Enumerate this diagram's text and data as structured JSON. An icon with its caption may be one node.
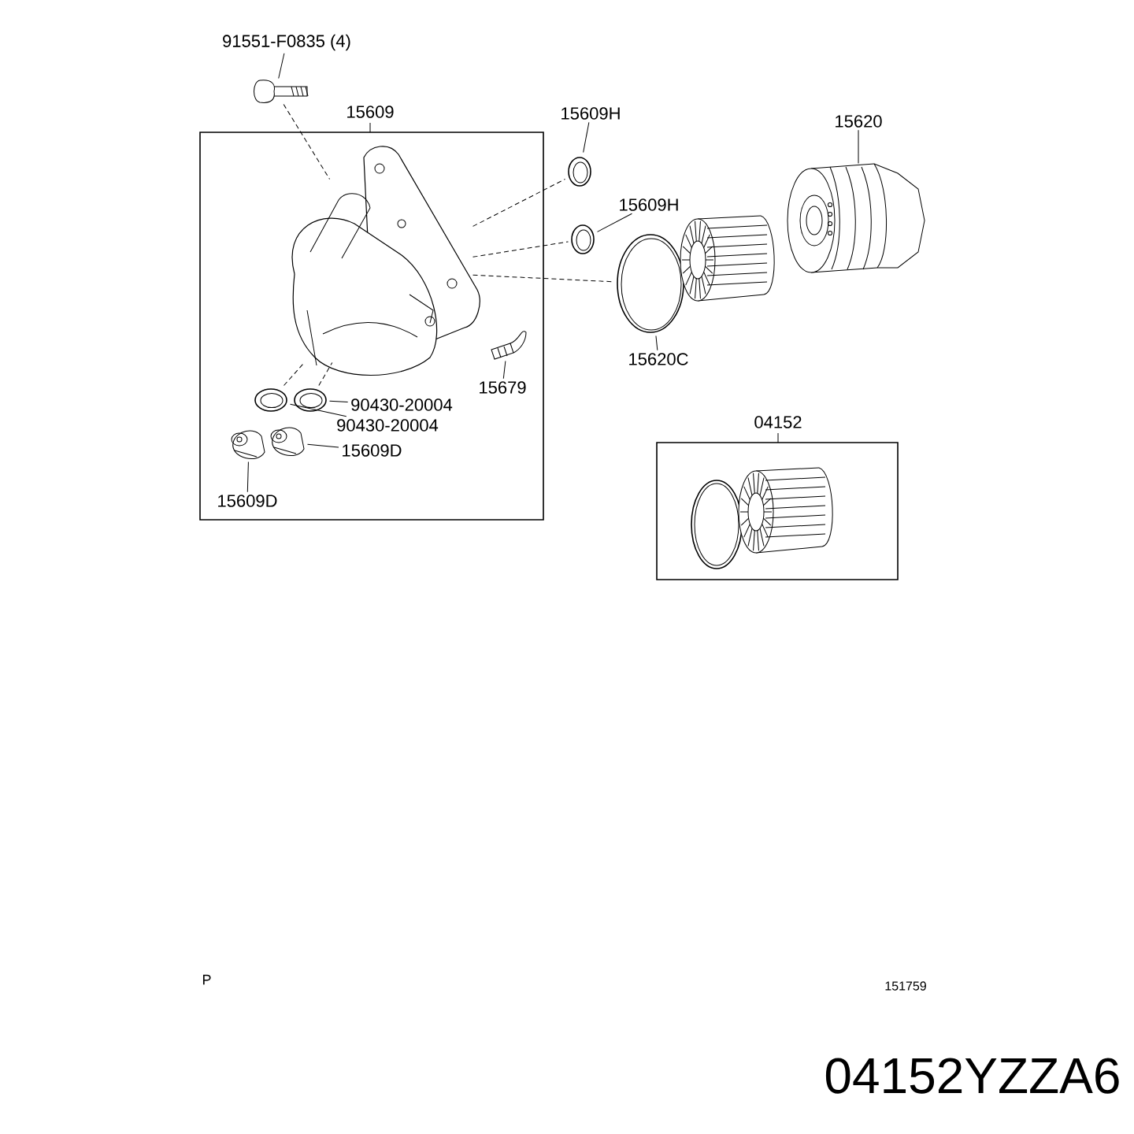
{
  "diagram": {
    "nodes": [
      {
        "text": [
          "91551-F0835  (4)"
        ]
      },
      {
        "text": [],
        "shape": "picture"
      },
      {
        "text": [
          "15609"
        ]
      },
      {
        "text": [],
        "shape": "picture",
        "in": 2
      },
      {
        "text": [
          "15679"
        ],
        "in": 2
      },
      {
        "text": [],
        "shape": "picture",
        "in": 2
      },
      {
        "text": [],
        "shape": "picture",
        "in": 2
      },
      {
        "text": [],
        "shape": "picture",
        "in": 2
      },
      {
        "text": [
          "90430-20004"
        ],
        "in": 2
      },
      {
        "text": [
          "90430-20004"
        ],
        "in": 2
      },
      {
        "text": [],
        "shape": "picture",
        "in": 2
      },
      {
        "text": [],
        "shape": "picture",
        "in": 2
      },
      {
        "text": [
          "15609D"
        ],
        "in": 2
      },
      {
        "text": [
          "15609D"
        ],
        "in": 2
      },
      {
        "text": [
          "15609H"
        ]
      },
      {
        "text": [],
        "shape": "picture"
      },
      {
        "text": [
          "15609H"
        ]
      },
      {
        "text": [],
        "shape": "picture"
      },
      {
        "text": [],
        "shape": "picture"
      },
      {
        "text": [
          "15620C"
        ]
      },
      {
        "text": [],
        "shape": "picture"
      },
      {
        "text": [],
        "shape": "picture"
      },
      {
        "text": [
          "15620"
        ]
      },
      {
        "text": [
          "04152"
        ]
      }
    ],
    "edges": [
      {
        "from": 0,
        "to": 1,
        "arrow": "none"
      },
      {
        "from": 4,
        "to": 5,
        "arrow": "none"
      },
      {
        "from": 8,
        "to": 7,
        "arrow": "none"
      },
      {
        "from": 9,
        "to": 6,
        "arrow": "none"
      },
      {
        "from": 12,
        "to": 11,
        "arrow": "none"
      },
      {
        "from": 13,
        "to": 10,
        "arrow": "none"
      },
      {
        "from": 14,
        "to": 15,
        "arrow": "none"
      },
      {
        "from": 16,
        "to": 17,
        "arrow": "none"
      },
      {
        "from": 19,
        "to": 18,
        "arrow": "none"
      },
      {
        "from": 22,
        "to": 21,
        "arrow": "none"
      },
      {
        "from": 1,
        "to": 3,
        "arrow": "none",
        "style": "dashed"
      },
      {
        "from": 3,
        "to": 15,
        "arrow": "none",
        "style": "dashed"
      },
      {
        "from": 3,
        "to": 17,
        "arrow": "none",
        "style": "dashed"
      },
      {
        "from": 3,
        "to": 18,
        "arrow": "none",
        "style": "dashed"
      },
      {
        "from": 6,
        "to": 3,
        "arrow": "none",
        "style": "dashed"
      },
      {
        "from": 7,
        "to": 3,
        "arrow": "none",
        "style": "dashed"
      }
    ],
    "labels": [
      "P",
      "151759",
      "04152YZZA6"
    ]
  }
}
